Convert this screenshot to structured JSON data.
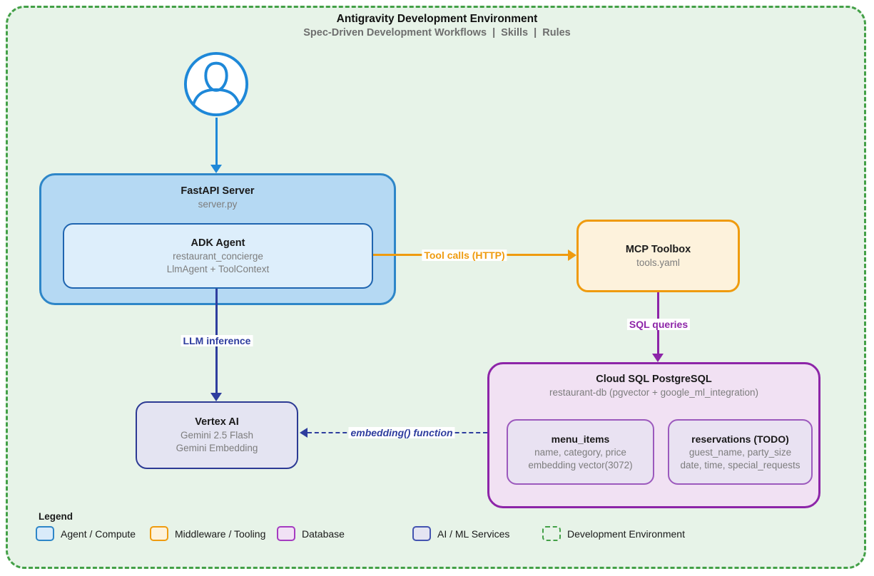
{
  "header": {
    "title": "Antigravity Development Environment",
    "subtitle": "Spec-Driven Development Workflows  |  Skills  |  Rules"
  },
  "nodes": {
    "fastapi_server": {
      "title": "FastAPI Server",
      "subtitle": "server.py"
    },
    "adk_agent": {
      "title": "ADK Agent",
      "line1": "restaurant_concierge",
      "line2": "LlmAgent + ToolContext"
    },
    "mcp_toolbox": {
      "title": "MCP Toolbox",
      "subtitle": "tools.yaml"
    },
    "cloud_sql": {
      "title": "Cloud SQL PostgreSQL",
      "subtitle": "restaurant-db (pgvector + google_ml_integration)"
    },
    "menu_items": {
      "title": "menu_items",
      "line1": "name, category, price",
      "line2": "embedding vector(3072)"
    },
    "reservations": {
      "title": "reservations (TODO)",
      "line1": "guest_name, party_size",
      "line2": "date, time, special_requests"
    },
    "vertex_ai": {
      "title": "Vertex AI",
      "line1": "Gemini 2.5 Flash",
      "line2": "Gemini Embedding"
    }
  },
  "edges": {
    "tool_calls": {
      "label": "Tool calls (HTTP)",
      "color": "#ef9b0f",
      "style": "solid"
    },
    "sql_queries": {
      "label": "SQL queries",
      "color": "#8d25a8",
      "style": "solid"
    },
    "llm_inference": {
      "label": "LLM inference",
      "color": "#2e3d9e",
      "style": "solid"
    },
    "embedding_function": {
      "label": "embedding() function",
      "color": "#2e3d9e",
      "style": "dashed"
    }
  },
  "legend": {
    "title": "Legend",
    "items": [
      {
        "label": "Agent / Compute",
        "fill": "#d9ebfa",
        "border": "#2e86c8",
        "style": "solid"
      },
      {
        "label": "Middleware / Tooling",
        "fill": "#fdf2dc",
        "border": "#ef9b0f",
        "style": "solid"
      },
      {
        "label": "Database",
        "fill": "#f1e1f5",
        "border": "#a53bc0",
        "style": "solid"
      },
      {
        "label": "AI / ML Services",
        "fill": "#e4e4f2",
        "border": "#4454b0",
        "style": "solid"
      },
      {
        "label": "Development Environment",
        "fill": "transparent",
        "border": "#43a047",
        "style": "dashed"
      }
    ]
  },
  "colors": {
    "environment_fill": "#e7f3e8",
    "environment_border": "#43a047",
    "agent_box_fill": "#b5d9f3",
    "agent_box_border": "#2e86c8",
    "adk_box_fill": "#ddeefb",
    "adk_box_border": "#1f65b0",
    "middleware_fill": "#fdf2dc",
    "middleware_border": "#ef9b0f",
    "database_fill": "#f1e1f3",
    "database_border": "#8d25a8",
    "table_fill": "#e9e2f2",
    "table_border": "#9c59bd",
    "aiml_fill": "#e4e4f2",
    "aiml_border": "#2c3a94",
    "user_arrow_blue": "#1e88d8",
    "text_gray": "#7d7d7d"
  }
}
